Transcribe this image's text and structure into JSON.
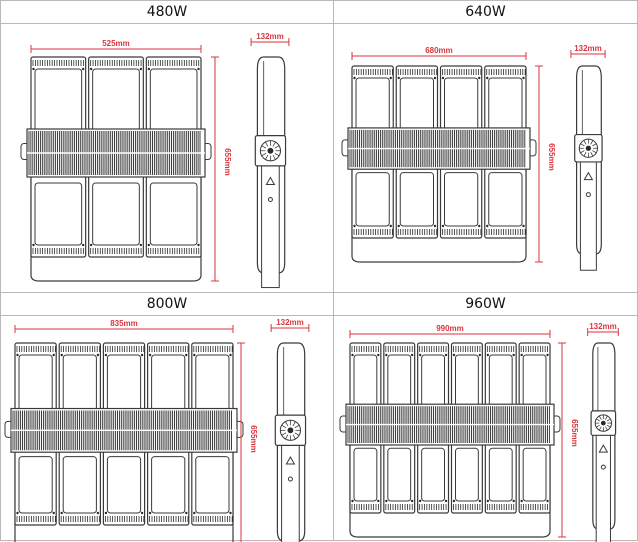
{
  "colors": {
    "dimension": "#d9363e",
    "outline": "#3a3a3a",
    "fin": "#2a2a2a",
    "border": "#b9b9b9"
  },
  "panels": [
    {
      "title": "480W",
      "modules": 3,
      "width_label": "525mm",
      "height_label": "655mm",
      "depth_label": "132mm"
    },
    {
      "title": "640W",
      "modules": 4,
      "width_label": "680mm",
      "height_label": "655mm",
      "depth_label": "132mm"
    },
    {
      "title": "800W",
      "modules": 5,
      "width_label": "835mm",
      "height_label": "655mm",
      "depth_label": "132mm"
    },
    {
      "title": "960W",
      "modules": 6,
      "width_label": "990mm",
      "height_label": "655mm",
      "depth_label": "132mm"
    }
  ]
}
